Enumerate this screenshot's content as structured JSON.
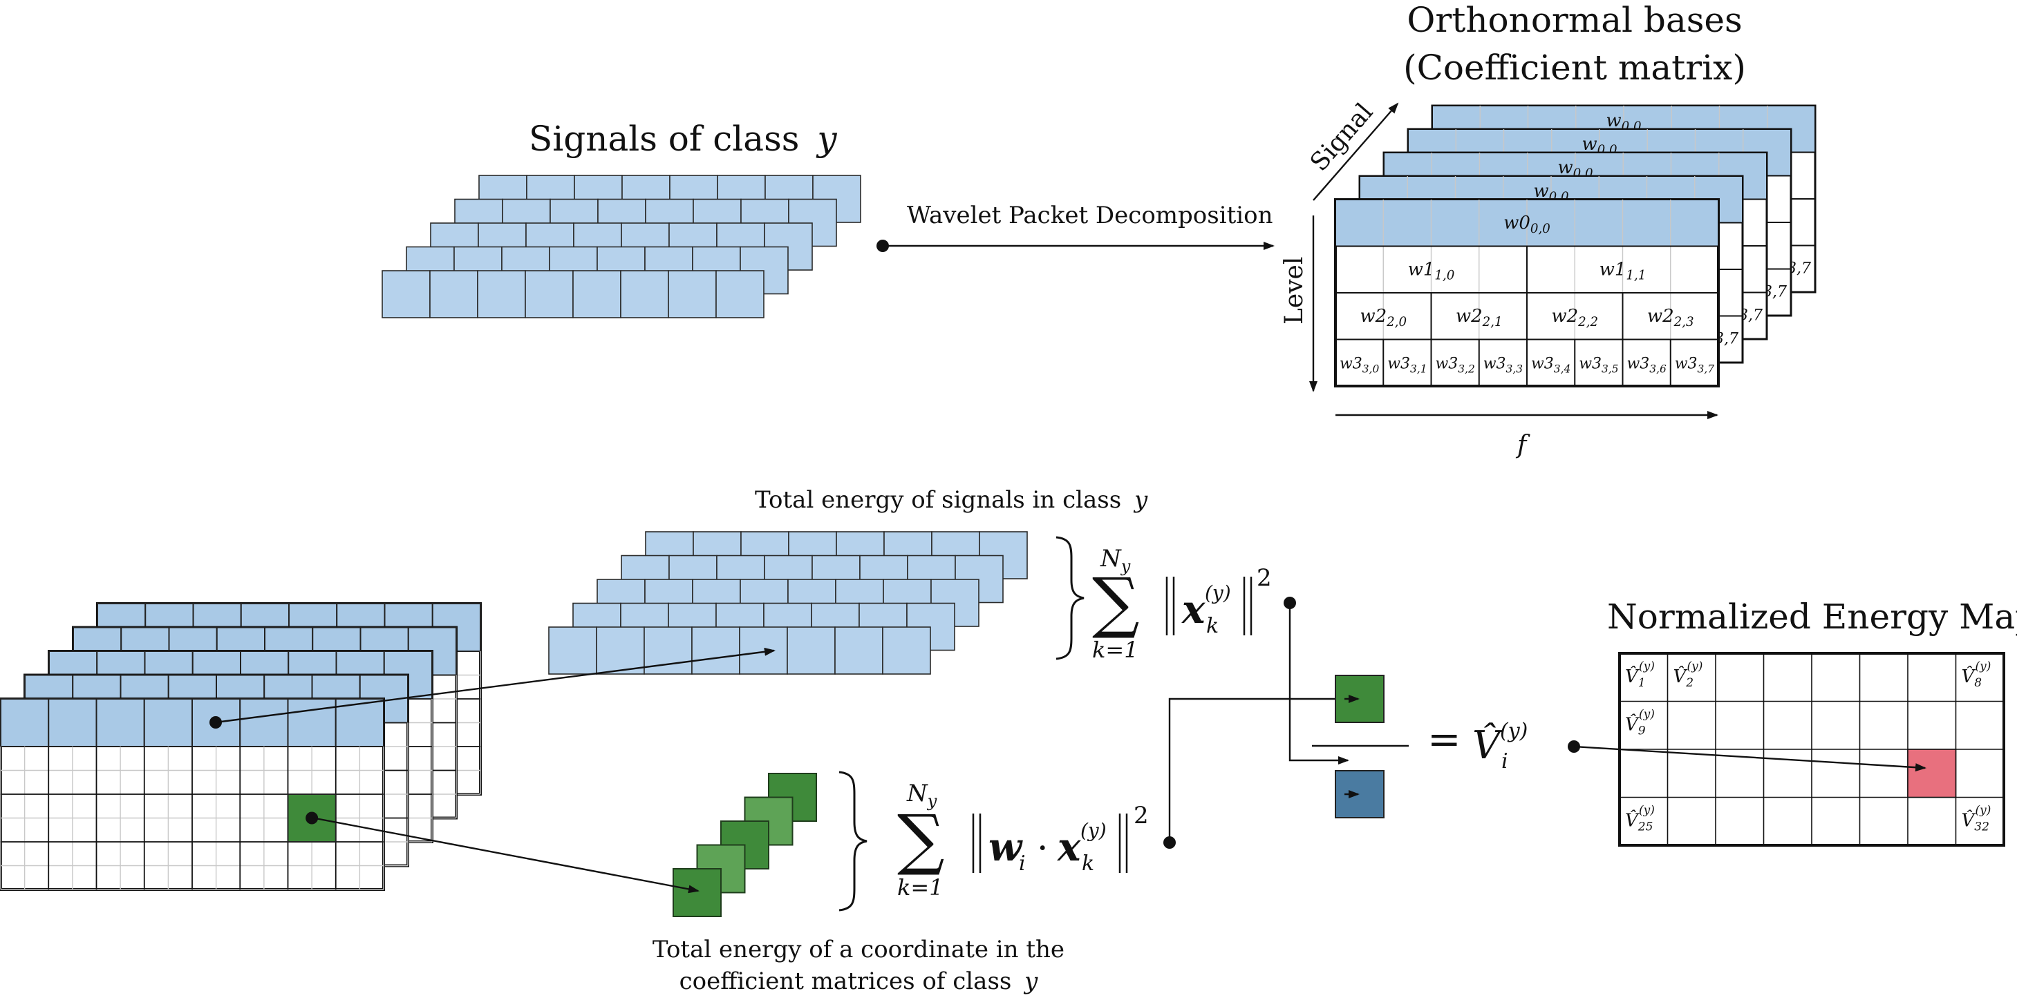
{
  "labels": {
    "signals_title": "Signals of class",
    "signals_var": "y",
    "bases_title_1": "Orthonormal bases",
    "bases_title_2": "(Coefficient matrix)",
    "wpd_label": "Wavelet Packet Decomposition",
    "axis_signal": "Signal",
    "axis_level": "Level",
    "axis_f": "f",
    "total_energy_signals": "Total energy of signals in class",
    "total_energy_var": "y",
    "total_energy_coord_1": "Total energy of a coordinate in the",
    "total_energy_coord_2": "coefficient matrices of class",
    "total_energy_coord_var": "y",
    "map_title": "Normalized Energy Map",
    "equals": "=",
    "v_hat_i": "V̂",
    "v_hat_i_sub": "i",
    "v_hat_i_sup": "(y)"
  },
  "wavelet_tree": {
    "level0": [
      "w0,0"
    ],
    "level1": [
      "w1,0",
      "w1,1"
    ],
    "level2": [
      "w2,0",
      "w2,1",
      "w2,2",
      "w2,3"
    ],
    "level3": [
      "w3,0",
      "w3,1",
      "w3,2",
      "w3,3",
      "w3,4",
      "w3,5",
      "w3,6",
      "w3,7"
    ],
    "back_layer_labels": [
      "w0,0",
      "w0,0",
      "w0,0",
      "w0,0"
    ],
    "back_edge_labels": [
      "3,7",
      "3,7",
      "3,7",
      "3,7"
    ]
  },
  "formulas": {
    "sum_top": "N",
    "sum_top_sub": "y",
    "sum_bottom": "k=1",
    "signal_term": "x",
    "signal_sub": "k",
    "signal_sup": "(y)",
    "coord_term_w": "w",
    "coord_term_w_sub": "i",
    "coord_dot": "·",
    "power": "2"
  },
  "energy_map": {
    "cells": [
      {
        "label": "V̂",
        "sub": "1",
        "sup": "(y)"
      },
      {
        "label": "V̂",
        "sub": "2",
        "sup": "(y)"
      },
      {
        "label": "V̂",
        "sub": "8",
        "sup": "(y)"
      },
      {
        "label": "V̂",
        "sub": "9",
        "sup": "(y)"
      },
      {
        "label": "V̂",
        "sub": "25",
        "sup": "(y)"
      },
      {
        "label": "V̂",
        "sub": "32",
        "sup": "(y)"
      }
    ],
    "highlight_color": "#e8707e"
  },
  "colors": {
    "blue_cell": "#a9c9e6",
    "green_cell": "#3f8a3a",
    "green_light": "#5ea356",
    "steel_blue": "#4a7ba1",
    "pale_green": "#dfeadc"
  }
}
